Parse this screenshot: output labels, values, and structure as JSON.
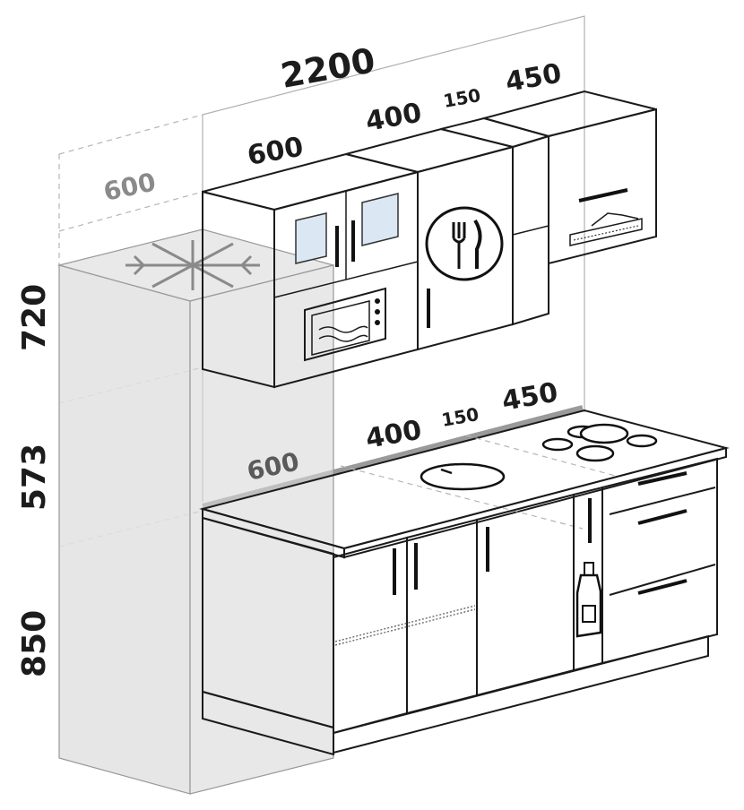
{
  "dimensions": {
    "total_width": "2200",
    "upper_600": "600",
    "upper_400": "400",
    "upper_150": "150",
    "upper_450": "450",
    "fridge_depth": "600",
    "counter_600": "600",
    "counter_400": "400",
    "counter_150": "150",
    "counter_450": "450",
    "height_720": "720",
    "height_573": "573",
    "height_850": "850"
  },
  "colors": {
    "outline": "#1a1a1a",
    "fridge_fill": "#e4e4e4",
    "glass": "#dbe7f3",
    "backsplash_line": "#9a9a9a"
  },
  "icons": [
    "snowflake-icon",
    "microwave-icon",
    "cutlery-plate-icon",
    "range-hood-icon",
    "sink-icon",
    "cooktop-burners-icon",
    "bottle-icon"
  ]
}
